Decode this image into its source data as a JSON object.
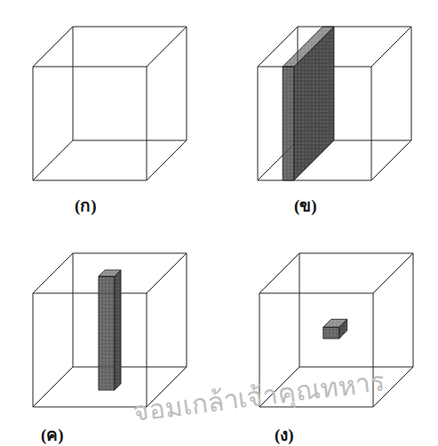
{
  "diagram": {
    "labels": [
      "(ก)",
      "(ข)",
      "(ค)",
      "(ง)",
      "จอมเกล้าเจ้าคุณทหาร"
    ]
  }
}
